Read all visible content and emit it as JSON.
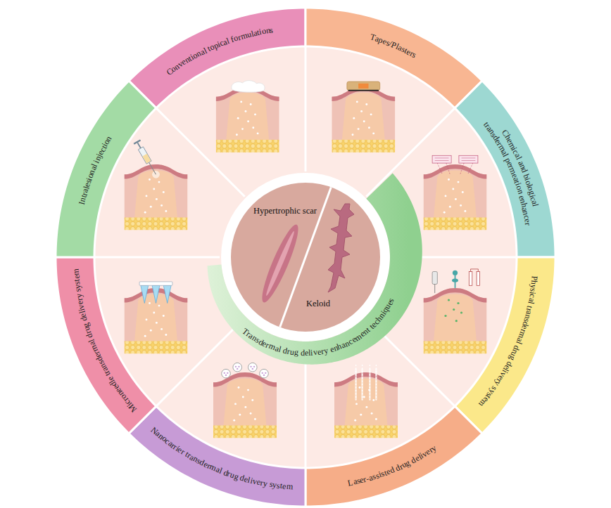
{
  "diagram": {
    "nodes": [
      {
        "text": [
          "Conventional topical formulations"
        ]
      },
      {
        "text": [
          "Tapes/Plasters"
        ]
      },
      {
        "text": [
          "Chemical and biological transdermal permeation enhancer"
        ]
      },
      {
        "text": [
          "Physical transdermal drug delivery system"
        ]
      },
      {
        "text": [
          "Laser-assisted drug delivery"
        ]
      },
      {
        "text": [
          "Nanocarrier transdermal drug delivery system"
        ]
      },
      {
        "text": [
          "Microneedle transdermal drug delivery system"
        ]
      },
      {
        "text": [
          "Intralesional injection"
        ]
      },
      {
        "text": [
          "Transdermal drug delivery enhancement techniques"
        ]
      },
      {
        "text": [
          "Hypertrophic scar",
          "Keloid"
        ]
      }
    ]
  }
}
